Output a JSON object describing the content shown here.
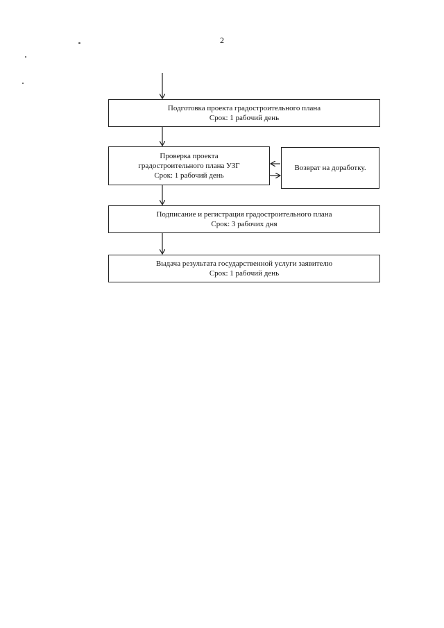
{
  "page": {
    "number": "2"
  },
  "flow": {
    "steps": [
      {
        "title": "Подготовка проекта градостроительного плана",
        "term": "Срок: 1 рабочий день"
      },
      {
        "title_line1": "Проверка проекта",
        "title_line2": "градостроительного плана УЗГ",
        "term": "Срок: 1 рабочий день"
      },
      {
        "title": "Подписание и регистрация градостроительного плана",
        "term": "Срок: 3 рабочих дня"
      },
      {
        "title": "Выдача результата государственной услуги заявителю",
        "term": "Срок: 1 рабочий день"
      }
    ],
    "side_box": {
      "label": "Возврат на доработку."
    }
  }
}
